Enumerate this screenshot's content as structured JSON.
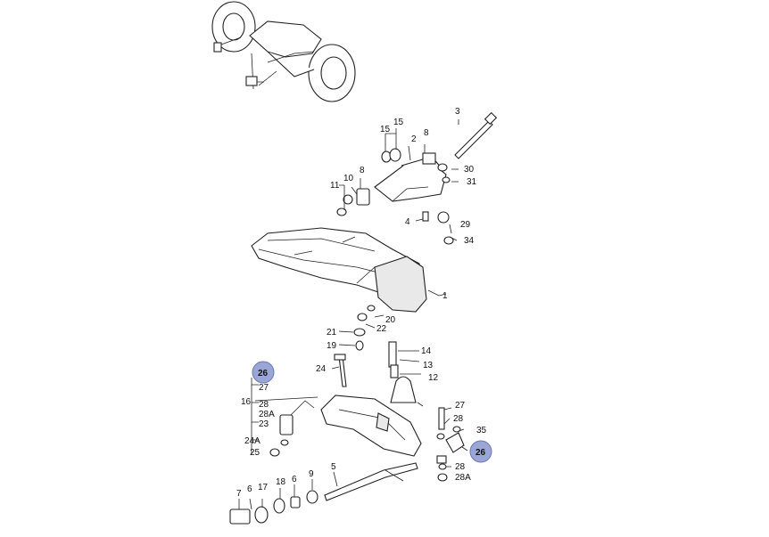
{
  "highlight_color": "#9aa6d6",
  "callouts": {
    "c1": "1",
    "c2": "2",
    "c3": "3",
    "c4": "4",
    "c5": "5",
    "c6a": "6",
    "c6b": "6",
    "c7": "7",
    "c8a": "8",
    "c8b": "8",
    "c9": "9",
    "c10": "10",
    "c11": "11",
    "c12": "12",
    "c13": "13",
    "c14": "14",
    "c15a": "15",
    "c15b": "15",
    "c16": "16",
    "c17": "17",
    "c18": "18",
    "c19": "19",
    "c20": "20",
    "c21": "21",
    "c22": "22",
    "c23": "23",
    "c24": "24",
    "c24a": "24A",
    "c25": "25",
    "c26a": "26",
    "c26b": "26",
    "c27a": "27",
    "c27b": "27",
    "c28a": "28",
    "c28b": "28",
    "c28c": "28",
    "c28Aa": "28A",
    "c28Ab": "28A",
    "c29": "29",
    "c30": "30",
    "c31": "31",
    "c34": "34",
    "c35": "35"
  }
}
